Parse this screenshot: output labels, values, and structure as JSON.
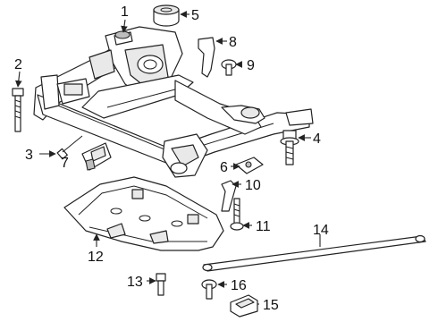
{
  "callouts": {
    "c1": "1",
    "c2": "2",
    "c3": "3",
    "c4": "4",
    "c5": "5",
    "c6": "6",
    "c7": "7",
    "c8": "8",
    "c9": "9",
    "c10": "10",
    "c11": "11",
    "c12": "12",
    "c13": "13",
    "c14": "14",
    "c15": "15",
    "c16": "16"
  },
  "colors": {
    "ink": "#222222",
    "shade": "#e9e9e9",
    "accent_shade": "#bdbdbd"
  }
}
